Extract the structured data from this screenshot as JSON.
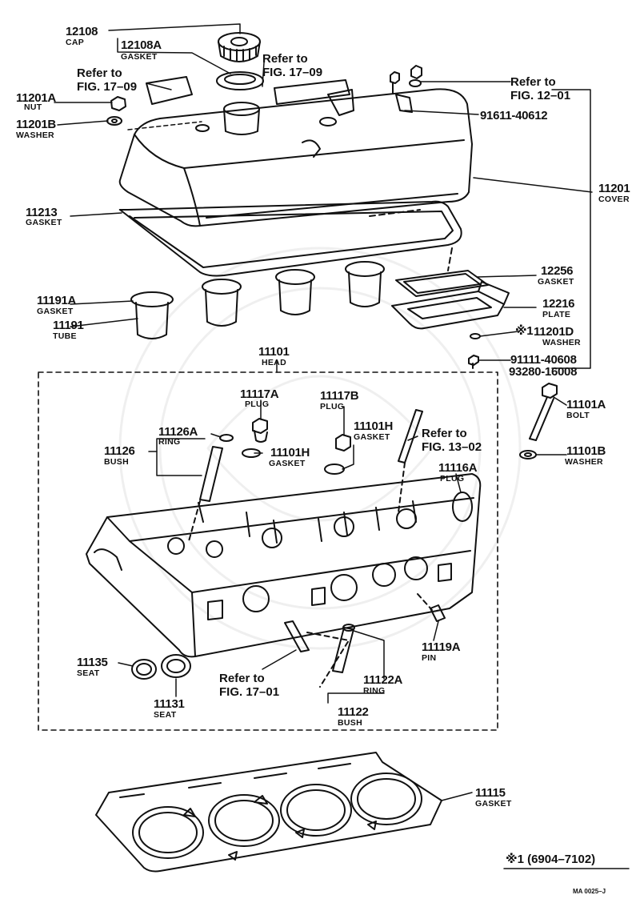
{
  "parts": [
    {
      "key": "cap",
      "num": "12108",
      "name": "CAP"
    },
    {
      "key": "cap_gasket",
      "num": "12108A",
      "name": "GASKET"
    },
    {
      "key": "nut",
      "num": "11201A",
      "name": "NUT"
    },
    {
      "key": "washer_b",
      "num": "11201B",
      "name": "WASHER"
    },
    {
      "key": "bolt_cover",
      "num": "91611-40612",
      "name": ""
    },
    {
      "key": "cover",
      "num": "11201",
      "name": "COVER"
    },
    {
      "key": "cover_gasket",
      "num": "11213",
      "name": "GASKET"
    },
    {
      "key": "plate_gasket",
      "num": "12256",
      "name": "GASKET"
    },
    {
      "key": "plate",
      "num": "12216",
      "name": "PLATE"
    },
    {
      "key": "tube_gasket",
      "num": "11191A",
      "name": "GASKET"
    },
    {
      "key": "tube",
      "num": "11191",
      "name": "TUBE"
    },
    {
      "key": "washer_d",
      "num": "11201D",
      "name": "WASHER",
      "mark": "※1"
    },
    {
      "key": "screw_a",
      "num": "91111-40608",
      "name": ""
    },
    {
      "key": "screw_b",
      "num": "93280-16008",
      "name": ""
    },
    {
      "key": "head",
      "num": "11101",
      "name": "HEAD"
    },
    {
      "key": "plug_a",
      "num": "11117A",
      "name": "PLUG"
    },
    {
      "key": "plug_b",
      "num": "11117B",
      "name": "PLUG"
    },
    {
      "key": "ring_a",
      "num": "11126A",
      "name": "RING"
    },
    {
      "key": "bush_a",
      "num": "11126",
      "name": "BUSH"
    },
    {
      "key": "gasket_h1",
      "num": "11101H",
      "name": "GASKET"
    },
    {
      "key": "gasket_h2",
      "num": "11101H",
      "name": "GASKET"
    },
    {
      "key": "plug_116a",
      "num": "11116A",
      "name": "PLUG"
    },
    {
      "key": "head_bolt",
      "num": "11101A",
      "name": "BOLT"
    },
    {
      "key": "head_washer",
      "num": "11101B",
      "name": "WASHER"
    },
    {
      "key": "seat_135",
      "num": "11135",
      "name": "SEAT"
    },
    {
      "key": "seat_131",
      "num": "11131",
      "name": "SEAT"
    },
    {
      "key": "pin",
      "num": "11119A",
      "name": "PIN"
    },
    {
      "key": "ring_122a",
      "num": "11122A",
      "name": "RING"
    },
    {
      "key": "bush_122",
      "num": "11122",
      "name": "BUSH"
    },
    {
      "key": "head_gasket",
      "num": "11115",
      "name": "GASKET"
    }
  ],
  "refs": {
    "fig_17_09_a": "Refer to\nFIG. 17–09",
    "fig_17_09_b": "Refer to\nFIG. 17–09",
    "fig_12_01": "Refer to\nFIG. 12–01",
    "fig_13_02": "Refer to\nFIG. 13–02",
    "fig_17_01": "Refer to\nFIG. 17–01"
  },
  "footnote": "※1 (6904–7102)",
  "code": "MA 0025–J"
}
